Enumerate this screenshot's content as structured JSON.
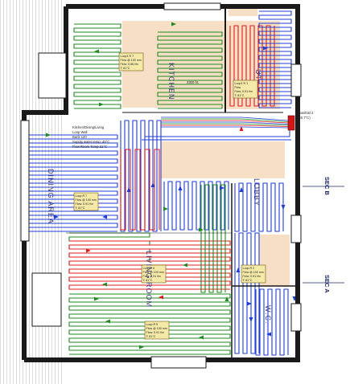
{
  "colors": {
    "wall": "#1a1a1a",
    "wall_fill": "#ffffff",
    "zone_fill": "#f6dfc4",
    "hatch": "#8c8c8c",
    "circuit_blue": "#1e3cd6",
    "circuit_green": "#1f8a1f",
    "circuit_red": "#e01b1b",
    "manifold": "#d01818",
    "tag_fill": "#f5e9a8"
  },
  "rooms": [
    {
      "id": "kitchen",
      "name": "KITCHEN"
    },
    {
      "id": "dining",
      "name": "DINING AREA"
    },
    {
      "id": "living",
      "name": "LIVING ROOM"
    },
    {
      "id": "lobby",
      "name": "LOBBY"
    },
    {
      "id": "wc",
      "name": "W.C."
    },
    {
      "id": "ut",
      "name": "UT"
    }
  ],
  "manifold": {
    "label_line1": "Manifold 2",
    "label_line2": "(40.7°C)"
  },
  "section_markers": [
    {
      "id": "sec-b",
      "label": "SEC B"
    },
    {
      "id": "sec-a",
      "label": "SEC A"
    }
  ],
  "dimension_note": "2300 ht.",
  "notes": [
    "Kitchen/Dining/Living",
    "Loop Wall",
    "Bank 120",
    "Supply water temp: 45°C",
    "Flow Room Temp 21°C"
  ],
  "loop_tags": [
    {
      "id": "kitchen",
      "lines": [
        "Loop1 R 7",
        "Flow @ 100 mm",
        "Flow: 0.86 l/m",
        "T: 81°C"
      ]
    },
    {
      "id": "ut",
      "lines": [
        "Loop1 R 1",
        "Flow",
        "Flow: 0.91 l/m",
        "T: 81°C"
      ]
    },
    {
      "id": "dining",
      "lines": [
        "Loop R 7",
        "Flow @ 100 mm",
        "Flow: 0.91 l/m",
        "T: 81°C"
      ]
    },
    {
      "id": "living",
      "lines": [
        "Loop R 6",
        "Flow @ 100 mm",
        "Flow: 0.91 l/m",
        "T: 81°C"
      ]
    },
    {
      "id": "lobby",
      "lines": [
        "Loop R 2",
        "Flow @ 100 mm",
        "Flow: 0.91 l/m",
        "T: 81°C"
      ]
    },
    {
      "id": "living-south",
      "lines": [
        "Loop R 5",
        "Flow @ 100 mm",
        "Flow: 0.91 l/m",
        "T: 81°C"
      ]
    }
  ]
}
